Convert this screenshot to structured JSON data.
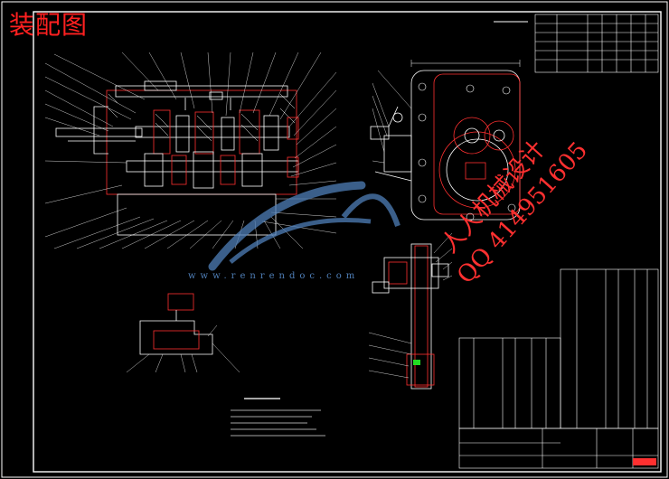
{
  "drawing": {
    "title": "装配图"
  },
  "watermark": {
    "site": "www.renrendoc.com",
    "company": "人人机械设计",
    "qq": "QQ 414951605"
  },
  "colors": {
    "background": "#000000",
    "lines": "#ffffff",
    "section": "#ff3030",
    "title": "#ff2020",
    "watermark_blue": "#4f7fb8",
    "highlight": "#22dd22"
  },
  "icons": {
    "watermark_logo": "swoosh-logo-icon"
  }
}
